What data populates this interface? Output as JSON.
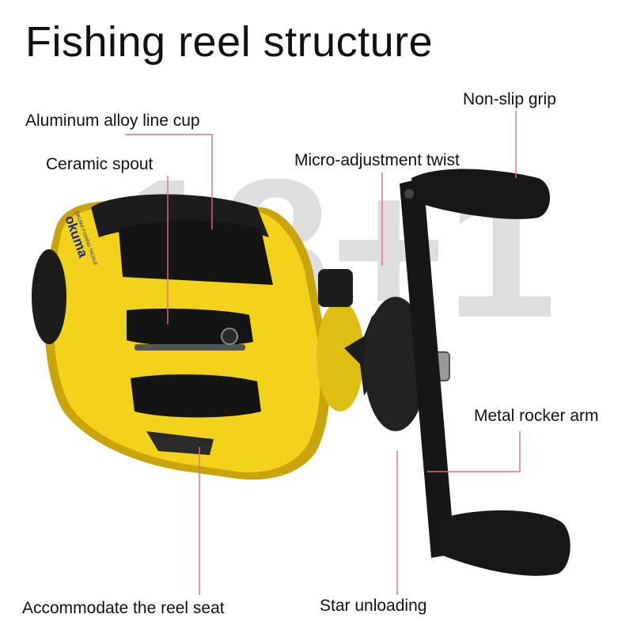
{
  "title": "Fishing reel structure",
  "watermark": "18+1",
  "brand": {
    "name": "okuma",
    "tagline": "OKUMA FISHING TACKLE"
  },
  "labels": {
    "line_cup": "Aluminum alloy line cup",
    "spout": "Ceramic spout",
    "micro_twist": "Micro-adjustment twist",
    "grip": "Non-slip grip",
    "rocker_arm": "Metal rocker arm",
    "reel_seat": "Accommodate the reel seat",
    "star": "Star unloading"
  },
  "colors": {
    "body_yellow": "#f2d21b",
    "body_shadow": "#c9a40c",
    "black": "#1c1c1c",
    "leader_line": "#d9737b",
    "watermark": "#dedede",
    "brand_text": "#1a2a8a"
  }
}
